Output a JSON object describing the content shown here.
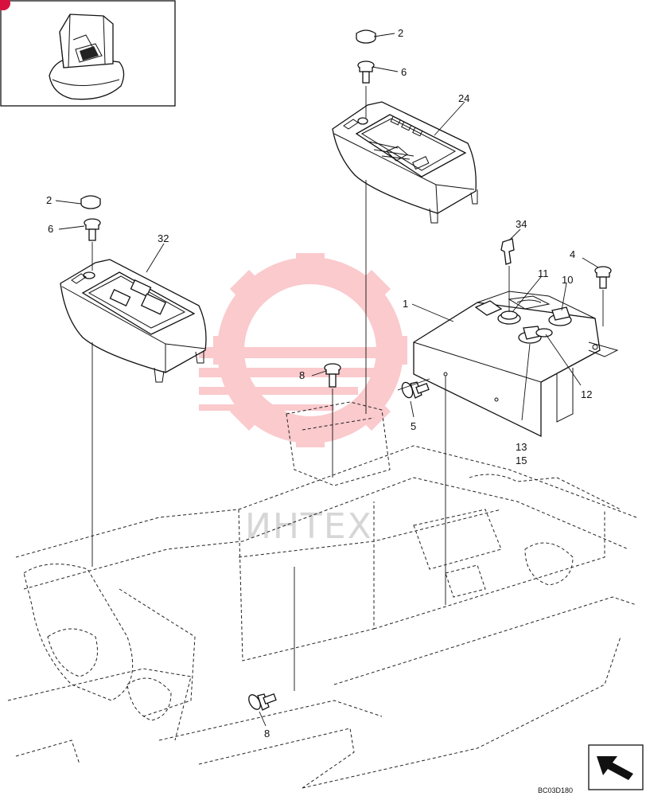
{
  "title": "",
  "watermark": "ИНТЕХ",
  "badge_color": "#d8103f",
  "watermark_color": "#f0444e",
  "drawing_code": "BC03D180",
  "callouts": {
    "c2_top": "2",
    "c6_top": "6",
    "c24": "24",
    "c2_left": "2",
    "c6_left": "6",
    "c32": "32",
    "c34": "34",
    "c4": "4",
    "c11": "11",
    "c10": "10",
    "c1": "1",
    "c12": "12",
    "c8_mid": "8",
    "c5": "5",
    "c13": "13",
    "c15": "15",
    "c8_bottom": "8"
  },
  "icons": {
    "thumbnail": "excavator-cab-icon",
    "orientation": "front-direction-arrow-icon"
  }
}
